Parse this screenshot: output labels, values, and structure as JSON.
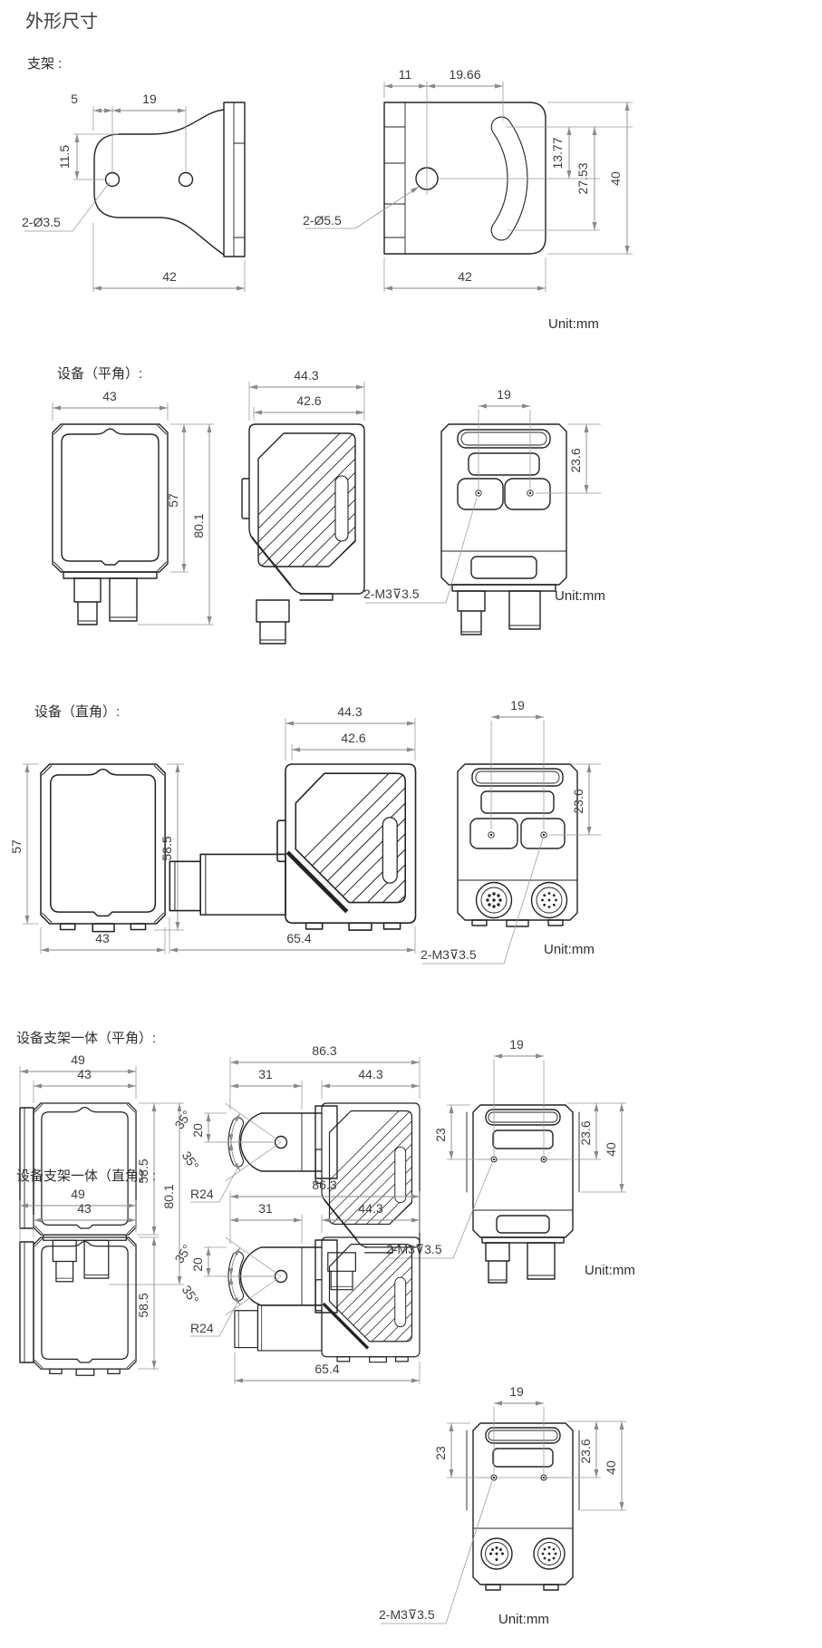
{
  "page": {
    "title": "外形尺寸"
  },
  "bracket": {
    "label": "支架 :",
    "side": {
      "w5": "5",
      "w19": "19",
      "h11_5": "11.5",
      "holes": "2-Ø3.5",
      "w42": "42"
    },
    "front": {
      "w11": "11",
      "w19_66": "19.66",
      "h13_77": "13.77",
      "h27_53": "27.53",
      "h40": "40",
      "holes": "2-Ø5.5",
      "w42": "42"
    },
    "unit": "Unit:mm"
  },
  "device_flat": {
    "label": "设备（平角）:",
    "front": {
      "w43": "43",
      "h57": "57",
      "h80_1": "80.1"
    },
    "side": {
      "w44_3": "44.3",
      "w42_6": "42.6"
    },
    "back": {
      "w19": "19",
      "h23_6": "23.6",
      "thread": "2-M3⊽3.5"
    },
    "unit": "Unit:mm"
  },
  "device_right": {
    "label": "设备（直角）:",
    "front": {
      "h57": "57",
      "h58_5": "58.5",
      "w43": "43"
    },
    "side": {
      "w44_3": "44.3",
      "w42_6": "42.6",
      "w65_4": "65.4"
    },
    "back": {
      "w19": "19",
      "h23_6": "23.6",
      "thread": "2-M3⊽3.5"
    },
    "unit": "Unit:mm"
  },
  "combo_flat": {
    "label": "设备支架一体（平角）:",
    "front": {
      "w49": "49",
      "w43": "43",
      "h58_5": "58.5",
      "h80_1": "80.1"
    },
    "side": {
      "w86_3": "86.3",
      "w31": "31",
      "w44_3": "44.3",
      "angle_top": "35°",
      "h20": "20",
      "angle_bottom": "35°",
      "r24": "R24"
    },
    "back": {
      "w19": "19",
      "h23": "23",
      "h23_6": "23.6",
      "h40": "40",
      "thread": "2-M3⊽3.5"
    },
    "unit": "Unit:mm"
  },
  "combo_right": {
    "label": "设备支架一体（直角）:",
    "front": {
      "w49": "49",
      "w43": "43",
      "h58_5": "58.5"
    },
    "side": {
      "w86_3": "86.3",
      "w31": "31",
      "w44_3": "44.3",
      "angle_top": "35°",
      "h20": "20",
      "angle_bottom": "35°",
      "r24": "R24",
      "w65_4": "65.4"
    },
    "back": {
      "w19": "19",
      "h23": "23",
      "h23_6": "23.6",
      "h40": "40",
      "thread": "2-M3⊽3.5"
    },
    "unit": "Unit:mm"
  }
}
